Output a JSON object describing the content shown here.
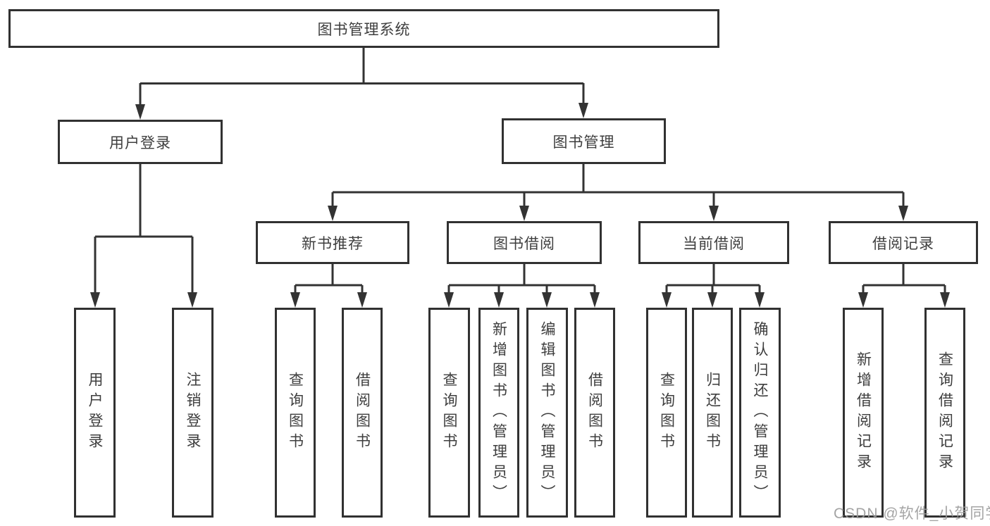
{
  "diagram": {
    "root": {
      "label": "图书管理系统"
    },
    "branches": [
      {
        "label": "用户登录",
        "children": [
          "用户登录",
          "注销登录"
        ]
      },
      {
        "label": "图书管理",
        "groups": [
          {
            "label": "新书推荐",
            "children": [
              "查询图书",
              "借阅图书"
            ]
          },
          {
            "label": "图书借阅",
            "children": [
              "查询图书",
              "新增图书（管理员）",
              "编辑图书（管理员）",
              "借阅图书"
            ]
          },
          {
            "label": "当前借阅",
            "children": [
              "查询图书",
              "归还图书",
              "确认归还（管理员）"
            ]
          },
          {
            "label": "借阅记录",
            "children": [
              "新增借阅记录",
              "查询借阅记录"
            ]
          }
        ]
      }
    ],
    "watermark": "CSDN @软件_小贺同学",
    "colors": {
      "line": "#333333",
      "border": "#313131",
      "text": "#3e3e3e",
      "watermark": "#9b9b9b",
      "background": "#ffffff"
    }
  }
}
